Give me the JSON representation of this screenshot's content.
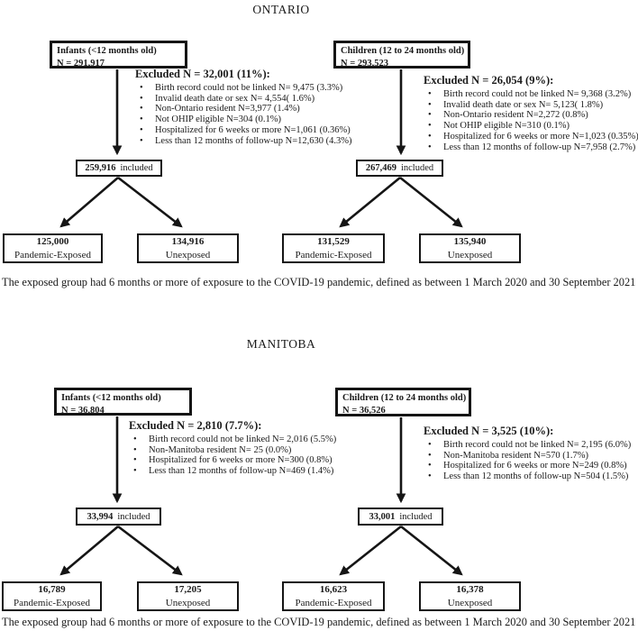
{
  "footnote": "The exposed group had 6 months or more of exposure to the COVID-19 pandemic, defined as between 1 March 2020 and 30 September 2021",
  "colors": {
    "line": "#151515",
    "background": "#ffffff"
  },
  "ontario": {
    "title": "ONTARIO",
    "infants": {
      "label": "Infants (<12 months old)",
      "n": "N = 291,917",
      "excluded_header": "Excluded N = 32,001 (11%):",
      "exclusions": [
        "Birth record could not be linked N= 9,475 (3.3%)",
        "Invalid death date or sex N= 4,554( 1.6%)",
        "Non-Ontario resident N=3,977 (1.4%)",
        "Not OHIP eligible N=304 (0.1%)",
        "Hospitalized for 6 weeks or more N=1,061 (0.36%)",
        "Less than 12 months of follow-up N=12,630 (4.3%)"
      ],
      "included_n": "259,916",
      "included_label": "included",
      "exposed_n": "125,000",
      "exposed_label": "Pandemic-Exposed",
      "unexposed_n": "134,916",
      "unexposed_label": "Unexposed"
    },
    "children": {
      "label": "Children (12 to 24 months old)",
      "n": "N = 293,523",
      "excluded_header": "Excluded N = 26,054 (9%):",
      "exclusions": [
        "Birth record could not be linked N= 9,368 (3.2%)",
        "Invalid death date or sex N= 5,123( 1.8%)",
        "Non-Ontario resident N=2,272 (0.8%)",
        "Not OHIP eligible N=310 (0.1%)",
        "Hospitalized for 6 weeks or more N=1,023 (0.35%)",
        "Less than 12 months of follow-up N=7,958 (2.7%)"
      ],
      "included_n": "267,469",
      "included_label": "included",
      "exposed_n": "131,529",
      "exposed_label": "Pandemic-Exposed",
      "unexposed_n": "135,940",
      "unexposed_label": "Unexposed"
    }
  },
  "manitoba": {
    "title": "MANITOBA",
    "infants": {
      "label": "Infants (<12 months old)",
      "n": "N = 36,804",
      "excluded_header": "Excluded N = 2,810 (7.7%):",
      "exclusions": [
        "Birth record could not be linked N= 2,016 (5.5%)",
        "Non-Manitoba resident N= 25 (0.0%)",
        "Hospitalized for 6 weeks or more N=300 (0.8%)",
        "Less than 12 months of follow-up N=469 (1.4%)"
      ],
      "included_n": "33,994",
      "included_label": "included",
      "exposed_n": "16,789",
      "exposed_label": "Pandemic-Exposed",
      "unexposed_n": "17,205",
      "unexposed_label": "Unexposed"
    },
    "children": {
      "label": "Children (12 to 24 months old)",
      "n": "N = 36,526",
      "excluded_header": "Excluded N = 3,525 (10%):",
      "exclusions": [
        "Birth record could not be linked N= 2,195 (6.0%)",
        "Non-Manitoba resident N=570 (1.7%)",
        "Hospitalized for 6 weeks or more N=249 (0.8%)",
        "Less than 12 months of follow-up N=504 (1.5%)"
      ],
      "included_n": "33,001",
      "included_label": "included",
      "exposed_n": "16,623",
      "exposed_label": "Pandemic-Exposed",
      "unexposed_n": "16,378",
      "unexposed_label": "Unexposed"
    }
  }
}
